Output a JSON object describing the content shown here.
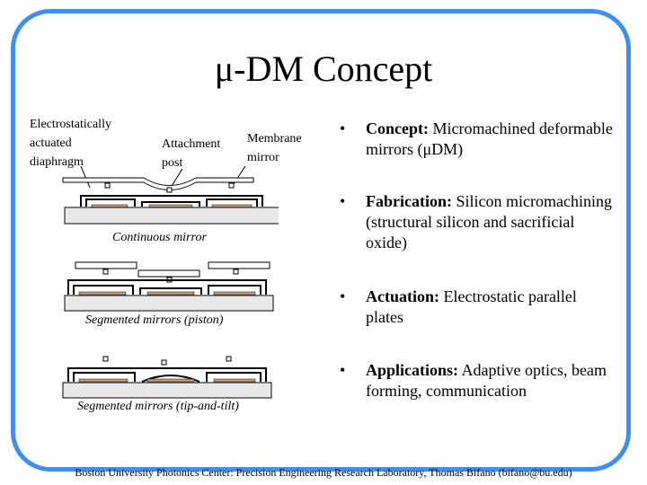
{
  "title": "μ-DM Concept",
  "labels": {
    "electrostatic": [
      "Electrostatically",
      "actuated",
      "diaphragm"
    ],
    "attachment": [
      "Attachment",
      "post"
    ],
    "membrane": [
      "Membrane",
      "mirror"
    ]
  },
  "captions": {
    "continuous": "Continuous mirror",
    "piston": "Segmented mirrors (piston)",
    "tiptilt": "Segmented mirrors (tip-and-tilt)"
  },
  "bullets": [
    {
      "dot": "•",
      "head": "Concept:",
      "body": " Micromachined deformable mirrors (μDM)"
    },
    {
      "dot": "•",
      "head": "Fabrication:",
      "body": " Silicon micromachining (structural silicon and sacrificial oxide)"
    },
    {
      "dot": "•",
      "head": "Actuation:",
      "body": " Electrostatic parallel plates"
    },
    {
      "dot": "•",
      "head": "Applications:",
      "body": " Adaptive optics, beam forming, communication"
    }
  ],
  "footer": "Boston University Photonics Center: Precision Engineering Research Laboratory, Thomas Bifano (bifano@bu.edu)",
  "colors": {
    "frame": "#3f8ef0",
    "electrode": "#c8a07a",
    "substrate": "#e8e8e8"
  }
}
